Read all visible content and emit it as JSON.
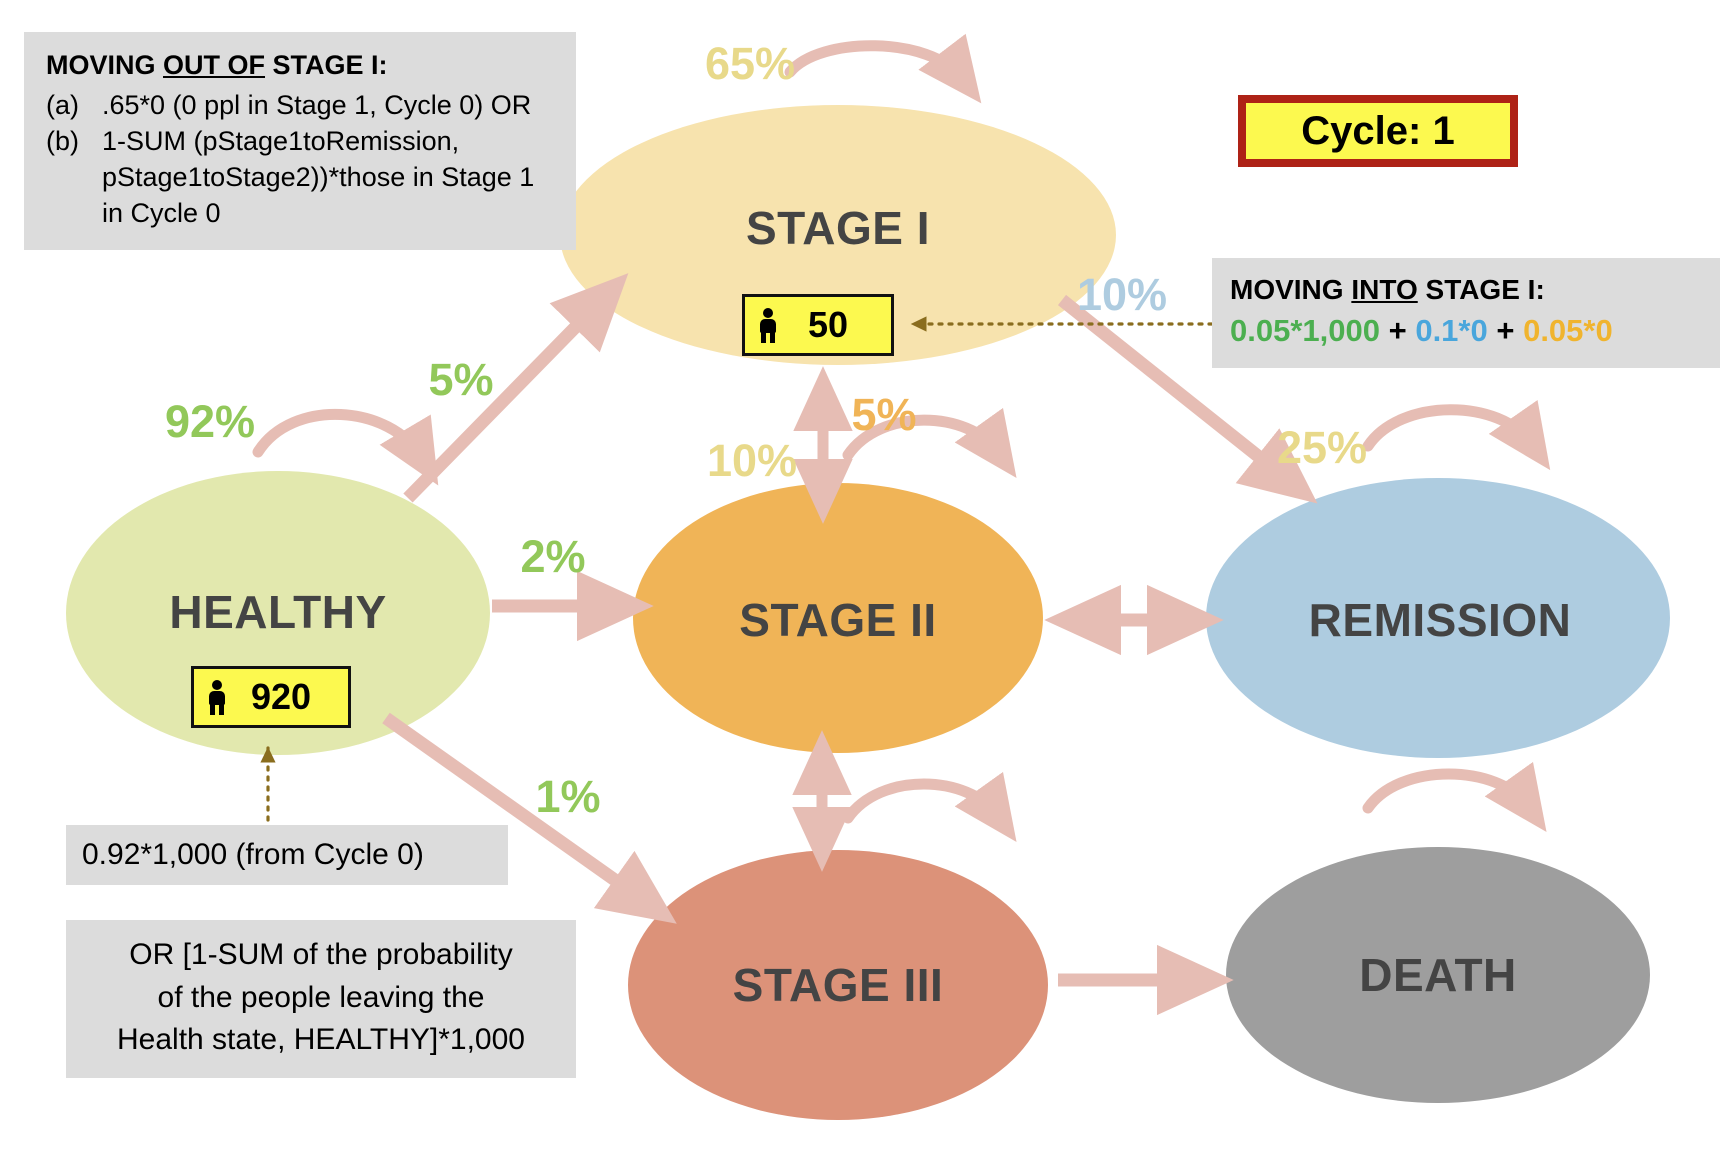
{
  "title": "Markov Model State Transition Diagram - Cycle 1",
  "palette": {
    "arrow": "#E6BDB4",
    "green": "#92C85A",
    "pale_yellow": "#E8D98A",
    "orange": "#F0B457",
    "blue": "#AECCE0",
    "note_bg": "#DCDCDC",
    "badge_yellow": "#FCF94F",
    "badge_border_red": "#AE2216",
    "dotted_brown": "#8A6D1E",
    "node_text": "#444444"
  },
  "cycle_badge": {
    "label": "Cycle: 1"
  },
  "nodes": [
    {
      "id": "stage1",
      "label": "STAGE I",
      "fill": "#F7E3AE",
      "population": "50",
      "has_counter": true
    },
    {
      "id": "healthy",
      "label": "HEALTHY",
      "fill": "#E2E8AE",
      "population": "920",
      "has_counter": true
    },
    {
      "id": "stage2",
      "label": "STAGE II",
      "fill": "#F0B457",
      "has_counter": false
    },
    {
      "id": "remission",
      "label": "REMISSION",
      "fill": "#AECCE0",
      "has_counter": false
    },
    {
      "id": "stage3",
      "label": "STAGE III",
      "fill": "#DC9279",
      "has_counter": false
    },
    {
      "id": "death",
      "label": "DEATH",
      "fill": "#9E9E9E",
      "has_counter": false
    }
  ],
  "transitions": [
    {
      "id": "stage1-self",
      "label": "65%",
      "color": "#E8D98A"
    },
    {
      "id": "healthy-self",
      "label": "92%",
      "color": "#92C85A"
    },
    {
      "id": "healthy-to-stage1",
      "label": "5%",
      "color": "#92C85A"
    },
    {
      "id": "healthy-to-stage2",
      "label": "2%",
      "color": "#92C85A"
    },
    {
      "id": "healthy-to-stage3",
      "label": "1%",
      "color": "#92C85A"
    },
    {
      "id": "stage2-to-stage1",
      "label": "5%",
      "color": "#F0B457"
    },
    {
      "id": "stage1-to-stage2",
      "label": "10%",
      "color": "#E8D98A"
    },
    {
      "id": "remission-to-stage1",
      "label": "10%",
      "color": "#AECCE0"
    },
    {
      "id": "remission-self",
      "label": "25%",
      "color": "#E8D98A"
    }
  ],
  "notes": {
    "moving_out": {
      "title_pre": "MOVING ",
      "title_underlined": "OUT OF",
      "title_post": " STAGE I:",
      "items": [
        {
          "marker": "(a)",
          "text": ".65*0 (0 ppl in Stage 1, Cycle 0) OR"
        },
        {
          "marker": "(b)",
          "text": "1-SUM (pStage1toRemission, pStage1toStage2))*those in Stage 1 in Cycle 0"
        }
      ]
    },
    "moving_into": {
      "title_pre": "MOVING ",
      "title_underlined": "INTO",
      "title_post": " STAGE I:",
      "formula_parts": [
        {
          "text": "0.05*1,000",
          "color": "#4CAF50"
        },
        {
          "text": " + ",
          "color": "#000000"
        },
        {
          "text": "0.1*0",
          "color": "#49A6DC"
        },
        {
          "text": " + ",
          "color": "#000000"
        },
        {
          "text": "0.05*0",
          "color": "#F0B42E"
        }
      ]
    },
    "healthy_calc": {
      "text": "0.92*1,000 (from Cycle 0)"
    },
    "healthy_alt": {
      "lines": [
        "OR [1-SUM of the probability",
        "of the people leaving the",
        "Health state, HEALTHY]*1,000"
      ]
    }
  }
}
